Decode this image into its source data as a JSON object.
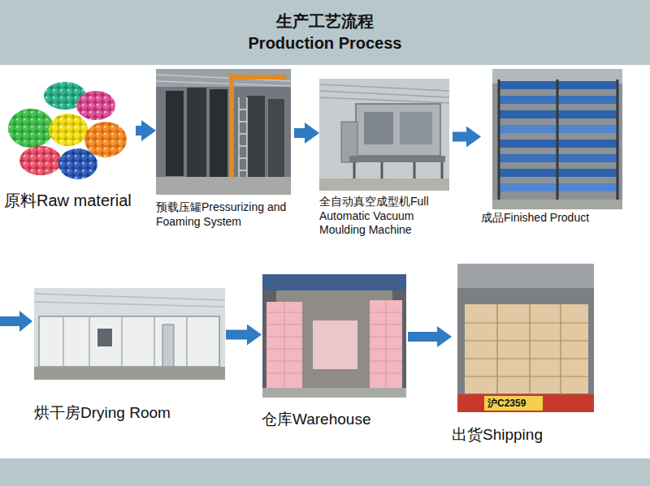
{
  "diagram": {
    "title": "生产工艺流程 Production Process",
    "nodes": [
      {
        "text": [
          "原料Raw material"
        ]
      },
      {
        "text": [
          "预载压罐Pressurizing and Foaming System"
        ]
      },
      {
        "text": [
          "全自动真空成型机Full Automatic Vacuum Moulding Machine"
        ]
      },
      {
        "text": [
          "成品Finished Product"
        ]
      },
      {
        "text": [
          "烘干房Drying Room"
        ]
      },
      {
        "text": [
          "仓库Warehouse"
        ]
      },
      {
        "text": [
          "出货Shipping"
        ]
      }
    ],
    "edges": [
      {
        "from": 0,
        "to": 1,
        "arrow": "to"
      },
      {
        "from": 1,
        "to": 2,
        "arrow": "to"
      },
      {
        "from": 2,
        "to": 3,
        "arrow": "to"
      },
      {
        "from": 4,
        "to": 5,
        "arrow": "to"
      },
      {
        "from": 5,
        "to": 6,
        "arrow": "to"
      }
    ],
    "labels": [
      "沪C2359"
    ]
  }
}
